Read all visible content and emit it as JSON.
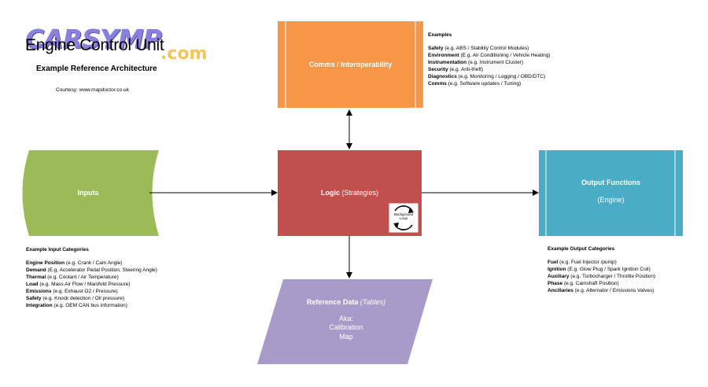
{
  "header": {
    "logo_word": "CARSYMP",
    "logo_suffix": ".com",
    "title": "Engine Control Unit",
    "subtitle": "Example Reference Architecture",
    "courtesy": "Courtesy: www.mapdoctor.co.uk"
  },
  "nodes": {
    "inputs": {
      "label": "Inputs",
      "color": "#9bbb59"
    },
    "logic": {
      "label": "Logic",
      "label_suffix": "(Strategies)",
      "color": "#c0504d"
    },
    "comms": {
      "label": "Comms / Interoperability",
      "color": "#f79646"
    },
    "output": {
      "label": "Output Functions",
      "sublabel": "(Engine)",
      "color": "#4bacc6"
    },
    "reference": {
      "label": "Reference Data",
      "label_suffix": "(Tables)",
      "line1": "Aka:",
      "line2": "Calibration",
      "line3": "Map",
      "color": "#a99bc9"
    },
    "loop": {
      "line1": "Background",
      "line2": "Loop"
    }
  },
  "examples": {
    "heading": "Examples",
    "items": [
      {
        "key": "Safety",
        "value": " (e.g. ABS / Stability Control Modules)"
      },
      {
        "key": "Environment",
        "value": " (E.g. Air Conditioning / Vehicle Heating)"
      },
      {
        "key": "Instrumentation",
        "value": " (e.g. Instrument Cluster)"
      },
      {
        "key": "Security",
        "value": " (e.g. Anti-theft)"
      },
      {
        "key": "Diagnostics",
        "value": " (e.g. Monitoring / Logging / OBD/DTC)"
      },
      {
        "key": "Comms",
        "value": " (e.g. Software updates / Tuning)"
      }
    ]
  },
  "input_categories": {
    "heading": "Example Input Categories",
    "items": [
      {
        "key": "Engine Position",
        "value": " (e.g. Crank / Cam Angle)"
      },
      {
        "key": "Demand",
        "value": " (E.g. Accelerator Pedal Position, Steering Angle)"
      },
      {
        "key": "Thermal",
        "value": " (e.g. Coolant / Air Temperature)"
      },
      {
        "key": "Load",
        "value": " (e.g. Mass Air Flow / Manifold Pressure)"
      },
      {
        "key": "Emissions",
        "value": " (e.g. Exhaust O2 / Pressure)"
      },
      {
        "key": "Safety",
        "value": " (e.g. Knock detection / Oil pressure)"
      },
      {
        "key": "Integration",
        "value": " (e.g. OEM CAN bus information)"
      }
    ]
  },
  "output_categories": {
    "heading": "Example Output Categories",
    "items": [
      {
        "key": "Fuel",
        "value": " (e.g. Fuel Injector /pump)"
      },
      {
        "key": "Ignition",
        "value": " (E.g. Glow Plug / Spark Ignition Coil)"
      },
      {
        "key": "Auxiliary",
        "value": " (e.g. Turbocharger / Throttle Position)"
      },
      {
        "key": "Phase",
        "value": " (e.g. Camshaft Position)"
      },
      {
        "key": "Ancillaries",
        "value": " (e.g. Alternator / Emissions Valves)"
      }
    ]
  }
}
